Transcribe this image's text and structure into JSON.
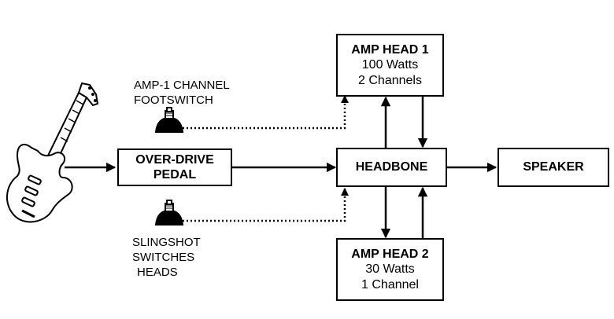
{
  "nodes": {
    "amp_head_1": {
      "title": "AMP HEAD 1",
      "line1": "100 Watts",
      "line2": "2 Channels"
    },
    "amp_head_2": {
      "title": "AMP HEAD 2",
      "line1": "30 Watts",
      "line2": "1 Channel"
    },
    "overdrive": {
      "line1": "OVER-DRIVE",
      "line2": "PEDAL"
    },
    "headbone": {
      "title": "HEADBONE"
    },
    "speaker": {
      "title": "SPEAKER"
    }
  },
  "labels": {
    "footswitch": {
      "line1": "AMP-1 CHANNEL",
      "line2": "FOOTSWITCH"
    },
    "slingshot": {
      "line1": "SLINGSHOT",
      "line2": "SWITCHES",
      "line3": "HEADS"
    }
  },
  "icons": [
    "guitar-icon",
    "footswitch-icon",
    "slingshot-switch-icon"
  ],
  "colors": {
    "line": "#000000",
    "background": "#ffffff"
  }
}
